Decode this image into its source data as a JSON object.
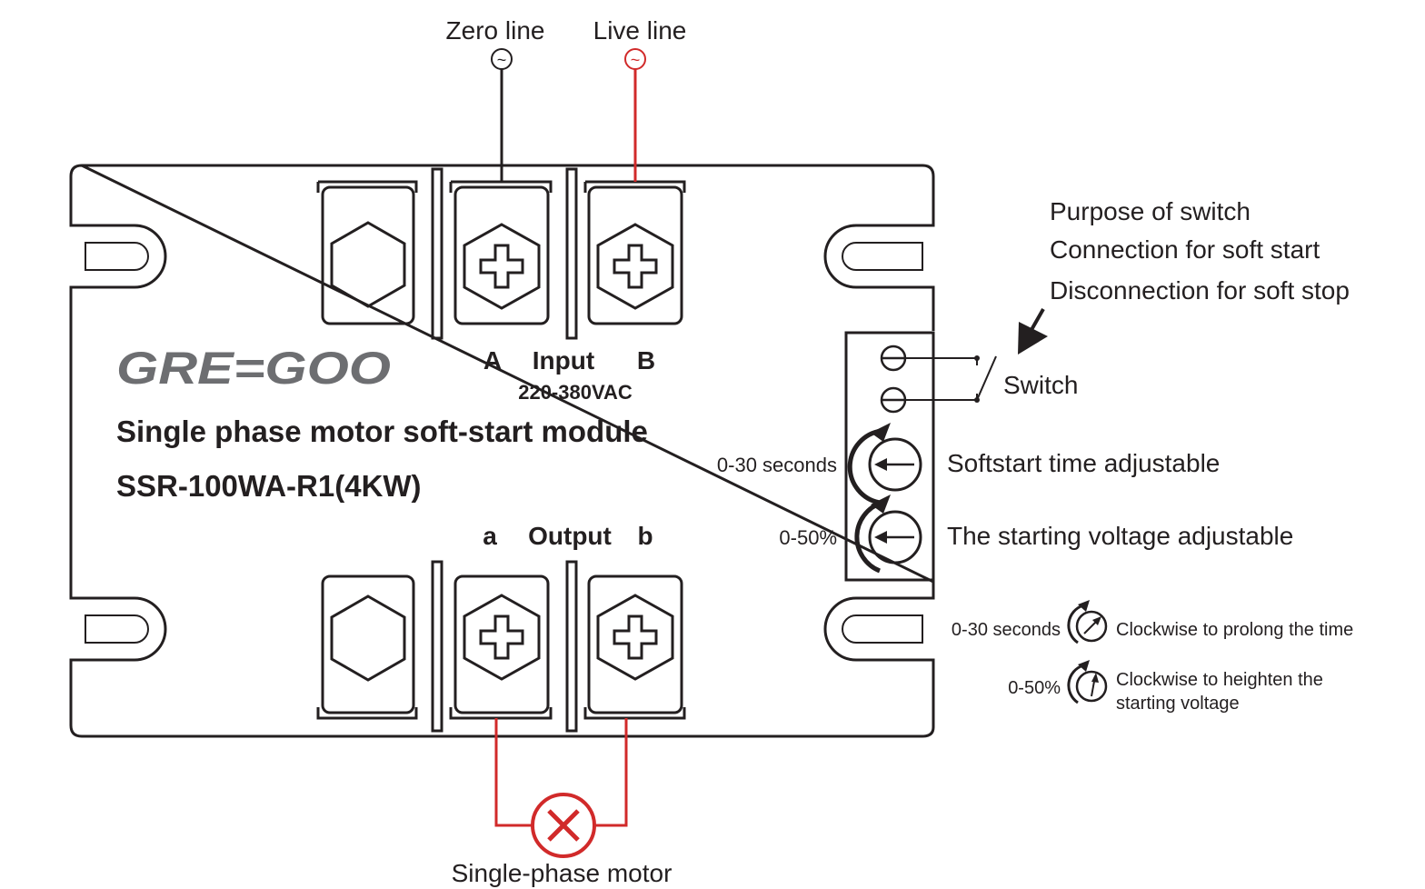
{
  "wires": {
    "zero_line_label": "Zero line",
    "live_line_label": "Live line",
    "ac_symbol": "~",
    "colors": {
      "zero": "#231f20",
      "live": "#d12a2a",
      "motor": "#d12a2a"
    }
  },
  "module": {
    "brand": "GRE=GOO",
    "title": "Single phase motor soft-start module",
    "model": "SSR-100WA-R1(4KW)",
    "input": {
      "left": "A",
      "label": "Input",
      "right": "B",
      "voltage": "220-380VAC"
    },
    "output": {
      "left": "a",
      "label": "Output",
      "right": "b"
    }
  },
  "switch": {
    "purpose_title": "Purpose of switch",
    "purpose_on": "Connection for soft start",
    "purpose_off": "Disconnection for soft stop",
    "label": "Switch"
  },
  "adjusters": {
    "softstart": {
      "range": "0-30 seconds",
      "label": "Softstart time adjustable"
    },
    "voltage": {
      "range": "0-50%",
      "label": "The starting voltage adjustable"
    }
  },
  "legend": {
    "time": {
      "range": "0-30 seconds",
      "text": "Clockwise to prolong the time"
    },
    "voltage": {
      "range": "0-50%",
      "line1": "Clockwise to heighten the",
      "line2": "starting voltage"
    }
  },
  "motor": {
    "label": "Single-phase motor"
  }
}
